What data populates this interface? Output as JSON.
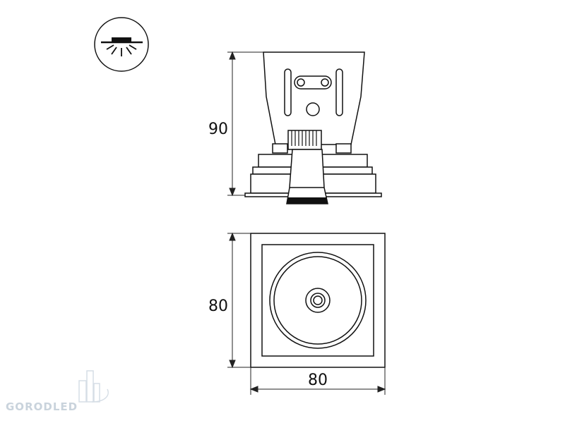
{
  "dimensions": {
    "height": "90",
    "depth": "80",
    "width": "80"
  },
  "icons": {
    "mount_type": "recessed-downlight-icon"
  },
  "watermark": {
    "brand": "GORODLED"
  },
  "colors": {
    "line": "#111111",
    "dim_line": "#222222",
    "watermark": "#c9d3dc"
  }
}
